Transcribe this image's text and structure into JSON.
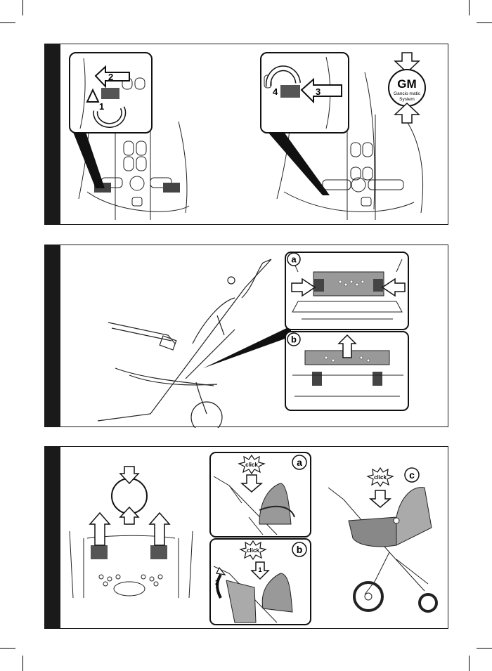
{
  "panel1": {
    "step_numbers": [
      "1",
      "2",
      "3",
      "4"
    ],
    "gm_logo": {
      "mark": "GM",
      "line1": "Gancio matic",
      "line2": "System"
    }
  },
  "panel2": {
    "inset_labels": [
      "a",
      "b"
    ]
  },
  "panel3": {
    "inset_labels": [
      "a",
      "b",
      "c"
    ],
    "click_text": "click",
    "step_numbers": [
      "1",
      "2"
    ]
  }
}
